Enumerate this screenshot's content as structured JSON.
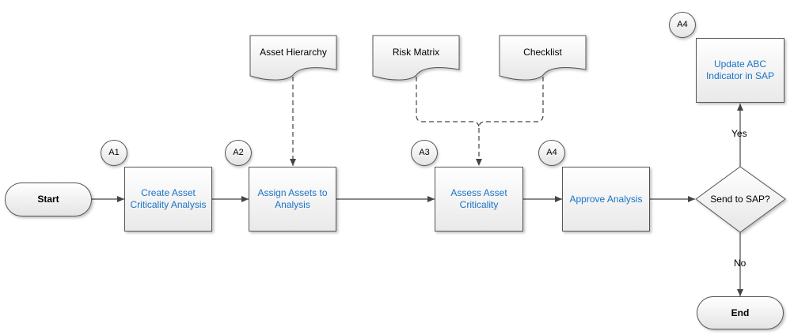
{
  "terminals": {
    "start": "Start",
    "end": "End"
  },
  "processes": {
    "create": "Create Asset Criticality Analysis",
    "assign": "Assign Assets to Analysis",
    "assess": "Assess Asset Criticality",
    "approve": "Approve Analysis",
    "update": "Update ABC Indicator in SAP"
  },
  "step_markers": {
    "a1": "A1",
    "a2": "A2",
    "a3": "A3",
    "a4_approve": "A4",
    "a4_update": "A4"
  },
  "documents": {
    "asset_hierarchy": "Asset Hierarchy",
    "risk_matrix": "Risk Matrix",
    "checklist": "Checklist"
  },
  "decision": {
    "question": "Send to SAP?",
    "yes": "Yes",
    "no": "No"
  },
  "colors": {
    "process_text": "#1a73c7",
    "outline": "#555555",
    "fill": "#efefef"
  }
}
